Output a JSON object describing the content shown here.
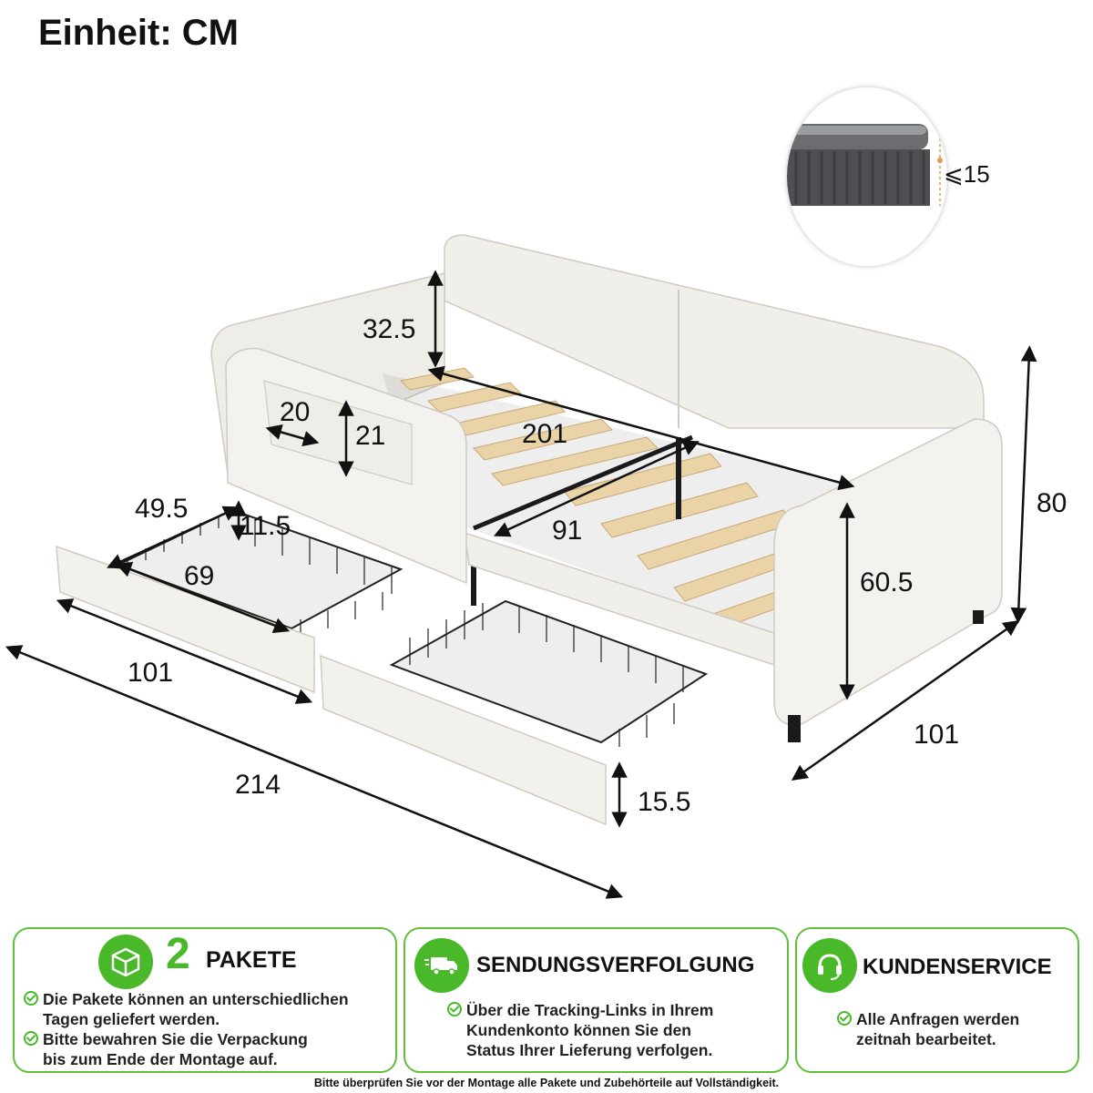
{
  "header": {
    "unit_label": "Einheit: CM"
  },
  "dimensions": {
    "armrest_height": "32.5",
    "pocket_width": "20",
    "pocket_height": "21",
    "drawer_width": "49.5",
    "drawer_depth": "11.5",
    "drawer_length": "69",
    "drawer_outer": "101",
    "total_length": "214",
    "bed_length": "201",
    "bed_width": "91",
    "side_height": "60.5",
    "total_height": "80",
    "total_depth": "101",
    "drawer_height": "15.5",
    "mattress_max": "⩽15"
  },
  "panels": {
    "packages": {
      "number": "2",
      "title": "PAKETE",
      "bullets": [
        [
          "Die Pakete können an unterschiedlichen",
          "Tagen geliefert werden."
        ],
        [
          "Bitte bewahren Sie die Verpackung",
          "bis zum Ende der Montage auf."
        ]
      ]
    },
    "tracking": {
      "title": "SENDUNGSVERFOLGUNG",
      "bullets": [
        [
          "Über die Tracking-Links in Ihrem",
          "Kundenkonto können Sie den",
          "Status Ihrer Lieferung verfolgen."
        ]
      ]
    },
    "service": {
      "title": "KUNDENSERVICE",
      "bullets": [
        [
          "Alle Anfragen werden",
          "zeitnah bearbeitet."
        ]
      ]
    }
  },
  "footer": {
    "note": "Bitte überprüfen Sie vor der Montage alle Pakete und Zubehörteile auf Vollständigkeit."
  },
  "colors": {
    "accent_green": "#49b92a",
    "panel_border": "#5fbf3a",
    "upholstery": "#f1efea",
    "slat": "#e9d3a7"
  },
  "icons": [
    "box-icon",
    "truck-icon",
    "headset-icon",
    "check-circle-icon"
  ]
}
